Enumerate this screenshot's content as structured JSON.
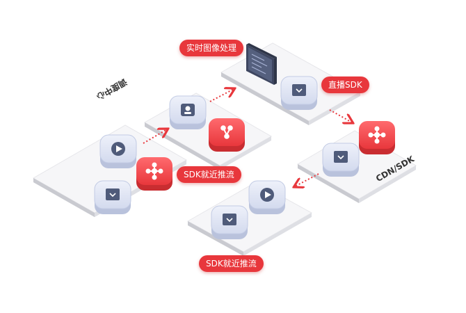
{
  "labels": {
    "realtime_processing": "实时图像处理",
    "live_sdk": "直播SDK",
    "dispatch_center": "调度中心",
    "sdk_push_left": "SDK就近推流",
    "cdn_sdk": "CDN/SDK",
    "sdk_push_bottom": "SDK就近推流"
  },
  "colors": {
    "accent": "#e8373c",
    "platform_top": "#f7f7f9",
    "platform_side": "#d9dadf",
    "node_blue": "#dfe5f5",
    "node_blue_icon": "#4f5b7a",
    "node_red": "#f24a4f",
    "connector": "#e8373c"
  },
  "icons": {
    "play": "play-icon",
    "box": "box-icon",
    "hub": "hub-icon",
    "user": "user-icon",
    "share": "share-icon",
    "screen": "monitor-icon"
  }
}
